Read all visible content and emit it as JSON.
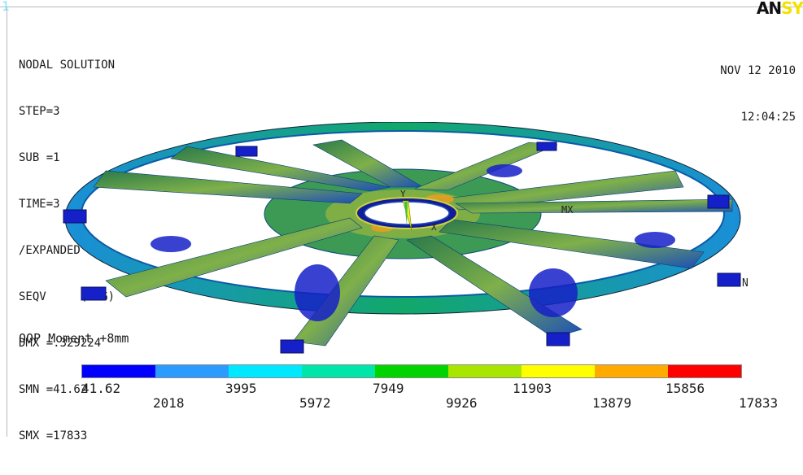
{
  "window": {
    "number": "1"
  },
  "logo": {
    "part1": "AN",
    "part2": "SY"
  },
  "info_lines": [
    "NODAL SOLUTION",
    "STEP=3",
    "SUB =1",
    "TIME=3",
    "/EXPANDED",
    "SEQV     (AVG)",
    "DMX =.329224",
    "SMN =41.62",
    "SMX =17833"
  ],
  "date": {
    "date": "NOV 12 2010",
    "time": "12:04:25"
  },
  "caption": "OOP Moment +8mm",
  "markers": {
    "mx": "MX",
    "mn": "N",
    "y": "Y",
    "x": "X"
  },
  "legend": {
    "colors": [
      "#0000ff",
      "#2b9bff",
      "#00e8ff",
      "#00e6a8",
      "#00d400",
      "#a8e600",
      "#ffff00",
      "#ffaa00",
      "#ff0000"
    ],
    "labels": [
      "41.62",
      "2018",
      "3995",
      "5972",
      "7949",
      "9926",
      "11903",
      "13879",
      "15856",
      "17833"
    ]
  }
}
